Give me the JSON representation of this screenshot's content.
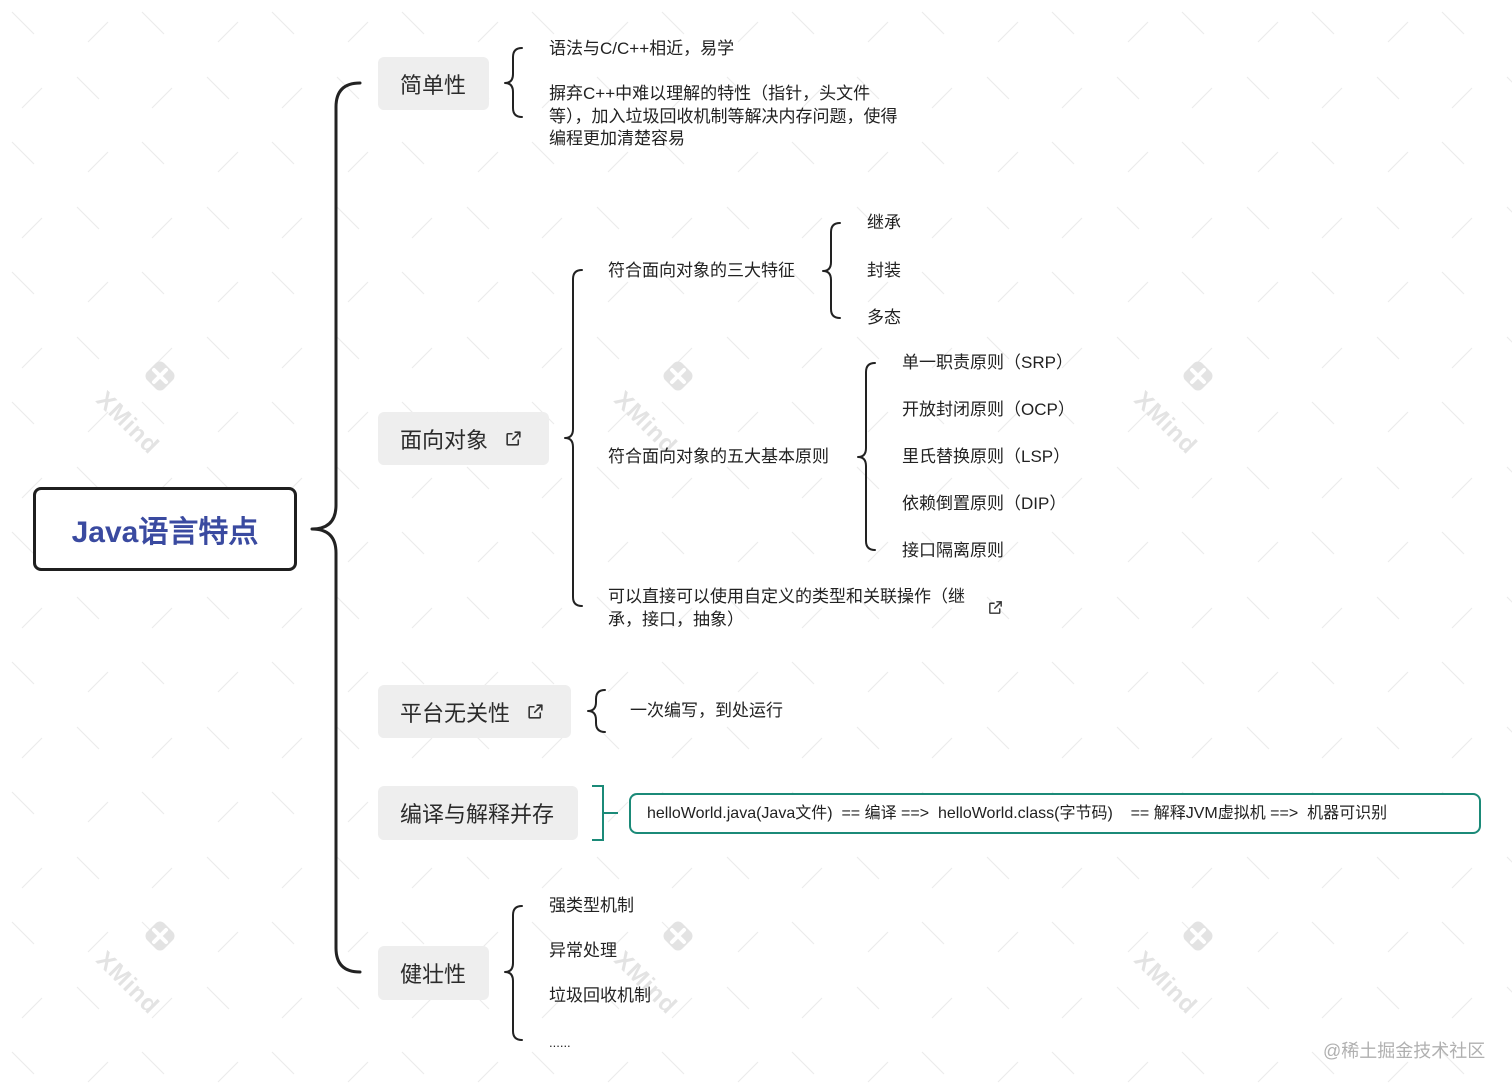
{
  "colors": {
    "root_text": "#3a4aa0",
    "root_border": "#1f1f1f",
    "topic_bg": "#eeeeee",
    "line": "#222222",
    "teal": "#1b8a78",
    "text": "#222222",
    "watermark": "#e3e3e3",
    "footer": "#b0b0b0"
  },
  "icons": {
    "topic_link": "external-link-icon",
    "watermark_logo": "xmind-logo-icon"
  },
  "watermark": {
    "logo_text": "XMind"
  },
  "mindmap": {
    "root": "Java语言特点",
    "simple": {
      "label": "简单性",
      "items": [
        {
          "lines": [
            "语法与C/C++相近，易学"
          ]
        },
        {
          "lines": [
            "摒弃C++中难以理解的特性（指针，头文件",
            "等），加入垃圾回收机制等解决内存问题，使得",
            "编程更加清楚容易"
          ]
        }
      ]
    },
    "oop": {
      "label": "面向对象",
      "features": {
        "label": "符合面向对象的三大特征",
        "items": [
          "继承",
          "封装",
          "多态"
        ]
      },
      "principles": {
        "label": "符合面向对象的五大基本原则",
        "items": [
          "单一职责原则（SRP）",
          "开放封闭原则（OCP）",
          "里氏替换原则（LSP）",
          "依赖倒置原则（DIP）",
          "接口隔离原则"
        ]
      },
      "custom_types": {
        "lines": [
          "可以直接可以使用自定义的类型和关联操作（继",
          "承，接口，抽象）"
        ]
      }
    },
    "platform": {
      "label": "平台无关性",
      "items": [
        "一次编写，到处运行"
      ]
    },
    "compile": {
      "label": "编译与解释并存",
      "items": [
        "helloWorld.java(Java文件)  == 编译 ==>  helloWorld.class(字节码)    == 解释JVM虚拟机 ==>  机器可识别"
      ]
    },
    "robust": {
      "label": "健壮性",
      "items": [
        "强类型机制",
        "异常处理",
        "垃圾回收机制",
        "......"
      ]
    }
  },
  "footer_watermark": "@稀土掘金技术社区"
}
